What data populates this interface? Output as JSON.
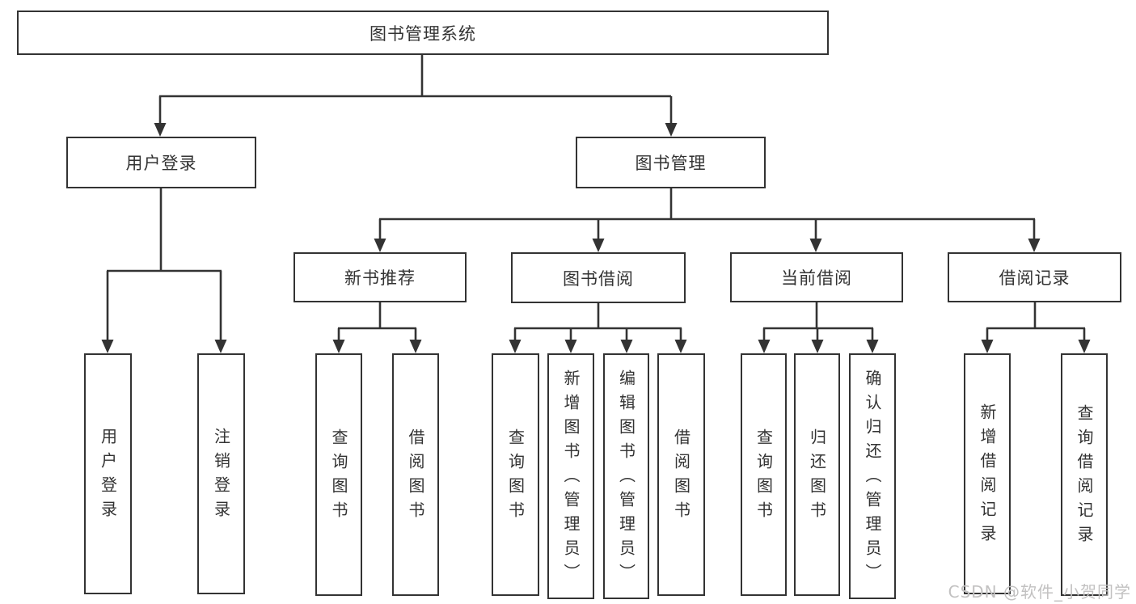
{
  "diagram": {
    "title_note": "library management system functional structure",
    "root": {
      "label": "图书管理系统"
    },
    "level1": [
      {
        "id": "user-login",
        "label": "用户登录"
      },
      {
        "id": "book-management",
        "label": "图书管理"
      }
    ],
    "level2": [
      {
        "id": "new-book-recommend",
        "label": "新书推荐"
      },
      {
        "id": "book-borrow",
        "label": "图书借阅"
      },
      {
        "id": "current-borrow",
        "label": "当前借阅"
      },
      {
        "id": "borrow-records",
        "label": "借阅记录"
      }
    ],
    "leaves": {
      "user": [
        "用户登录",
        "注销登录"
      ],
      "recommend": [
        "查询图书",
        "借阅图书"
      ],
      "borrow": [
        "查询图书",
        "新增图书（管理员）",
        "编辑图书（管理员）",
        "借阅图书"
      ],
      "current": [
        "查询图书",
        "归还图书",
        "确认归还（管理员）"
      ],
      "records": [
        "新增借阅记录",
        "查询借阅记录"
      ]
    }
  },
  "watermark": "CSDN @软件_小贺同学",
  "colors": {
    "line": "#333333",
    "text": "#333333",
    "watermark": "#c2c1c1"
  }
}
